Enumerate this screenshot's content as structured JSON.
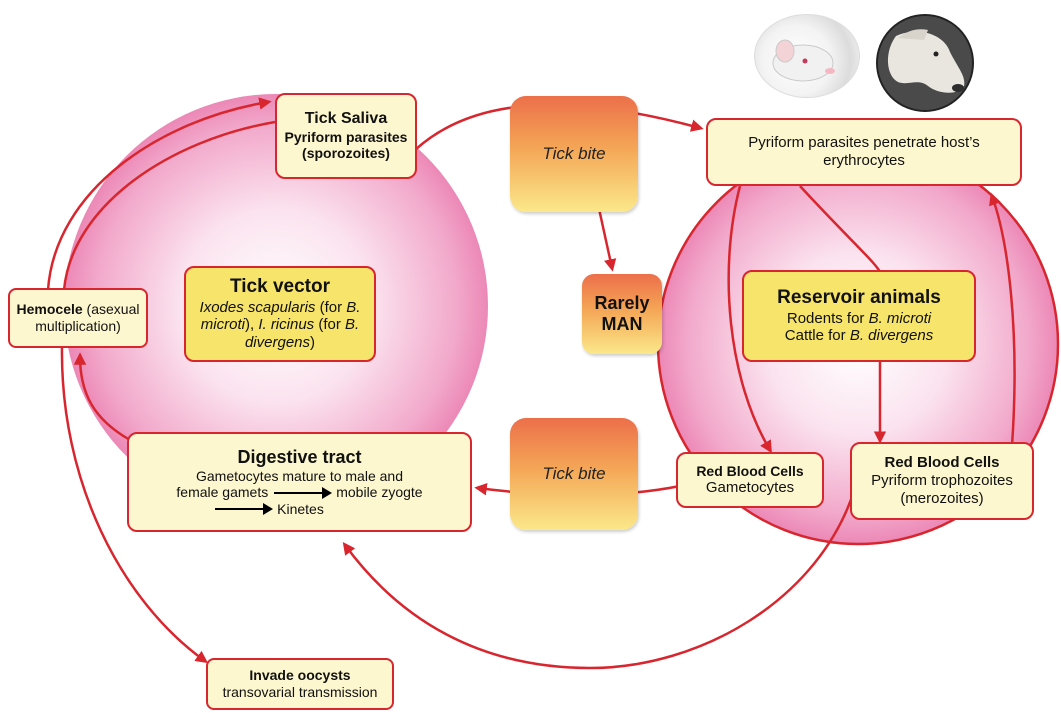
{
  "tick_saliva": {
    "title": "Tick Saliva",
    "line1": "Pyriform parasites",
    "line2": "(sporozoites)"
  },
  "tick_vector": {
    "title": "Tick vector",
    "l1a": "Ixodes scapularis",
    "l1b": " (for ",
    "l1c": "B.",
    "l2a": "microti",
    "l2b": "), ",
    "l2c": "I. ricinus",
    "l2d": " (for ",
    "l2e": "B.",
    "l3a": "divergens",
    "l3b": ")"
  },
  "hemocele": {
    "bold": "Hemocele",
    "rest1": " (asexual",
    "rest2": "multiplication)"
  },
  "digestive": {
    "title": "Digestive tract",
    "line1": "Gametocytes mature to male and",
    "line2a": "female gamets",
    "line2b": "mobile zyogte",
    "line3": "Kinetes"
  },
  "invade": {
    "title": "Invade oocysts",
    "line1": "transovarial transmission"
  },
  "tick_bite_top": "Tick bite",
  "tick_bite_bottom": "Tick bite",
  "rarely_man": {
    "line1": "Rarely",
    "line2": "MAN"
  },
  "pyriform_penetrate": {
    "line1": "Pyriform parasites penetrate host’s",
    "line2": "erythrocytes"
  },
  "reservoir": {
    "title": "Reservoir animals",
    "l1a": "Rodents for ",
    "l1b": "B. microti",
    "l2a": "Cattle for ",
    "l2b": "B. divergens"
  },
  "rbc_gametocytes": {
    "title": "Red Blood Cells",
    "line1": "Gametocytes"
  },
  "rbc_trophozoites": {
    "title": "Red Blood Cells",
    "line1": "Pyriform trophozoites",
    "line2": "(merozoites)"
  },
  "colors": {
    "arrow": "#d8262f",
    "box_fill": "#fdf7cf",
    "yellow_fill": "#f7e46a",
    "circle_edge": "#e9448c"
  },
  "icons": [
    "rodent-photo",
    "cattle-photo"
  ]
}
